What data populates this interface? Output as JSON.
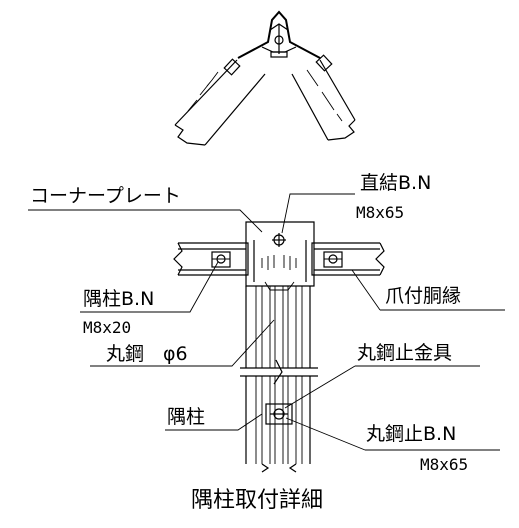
{
  "labels": {
    "corner_plate": "コーナープレート",
    "direct_bolt": "直結B.N",
    "direct_bolt_size": "M8x65",
    "corner_post_bolt": "隅柱B.N",
    "corner_post_bolt_size": "M8x20",
    "claw_edge": "爪付胴縁",
    "round_steel": "丸鋼　φ6",
    "round_steel_fitting": "丸鋼止金具",
    "corner_post": "隅柱",
    "round_steel_bolt": "丸鋼止B.N",
    "round_steel_bolt_size": "M8x65"
  },
  "title": "隅柱取付詳細"
}
